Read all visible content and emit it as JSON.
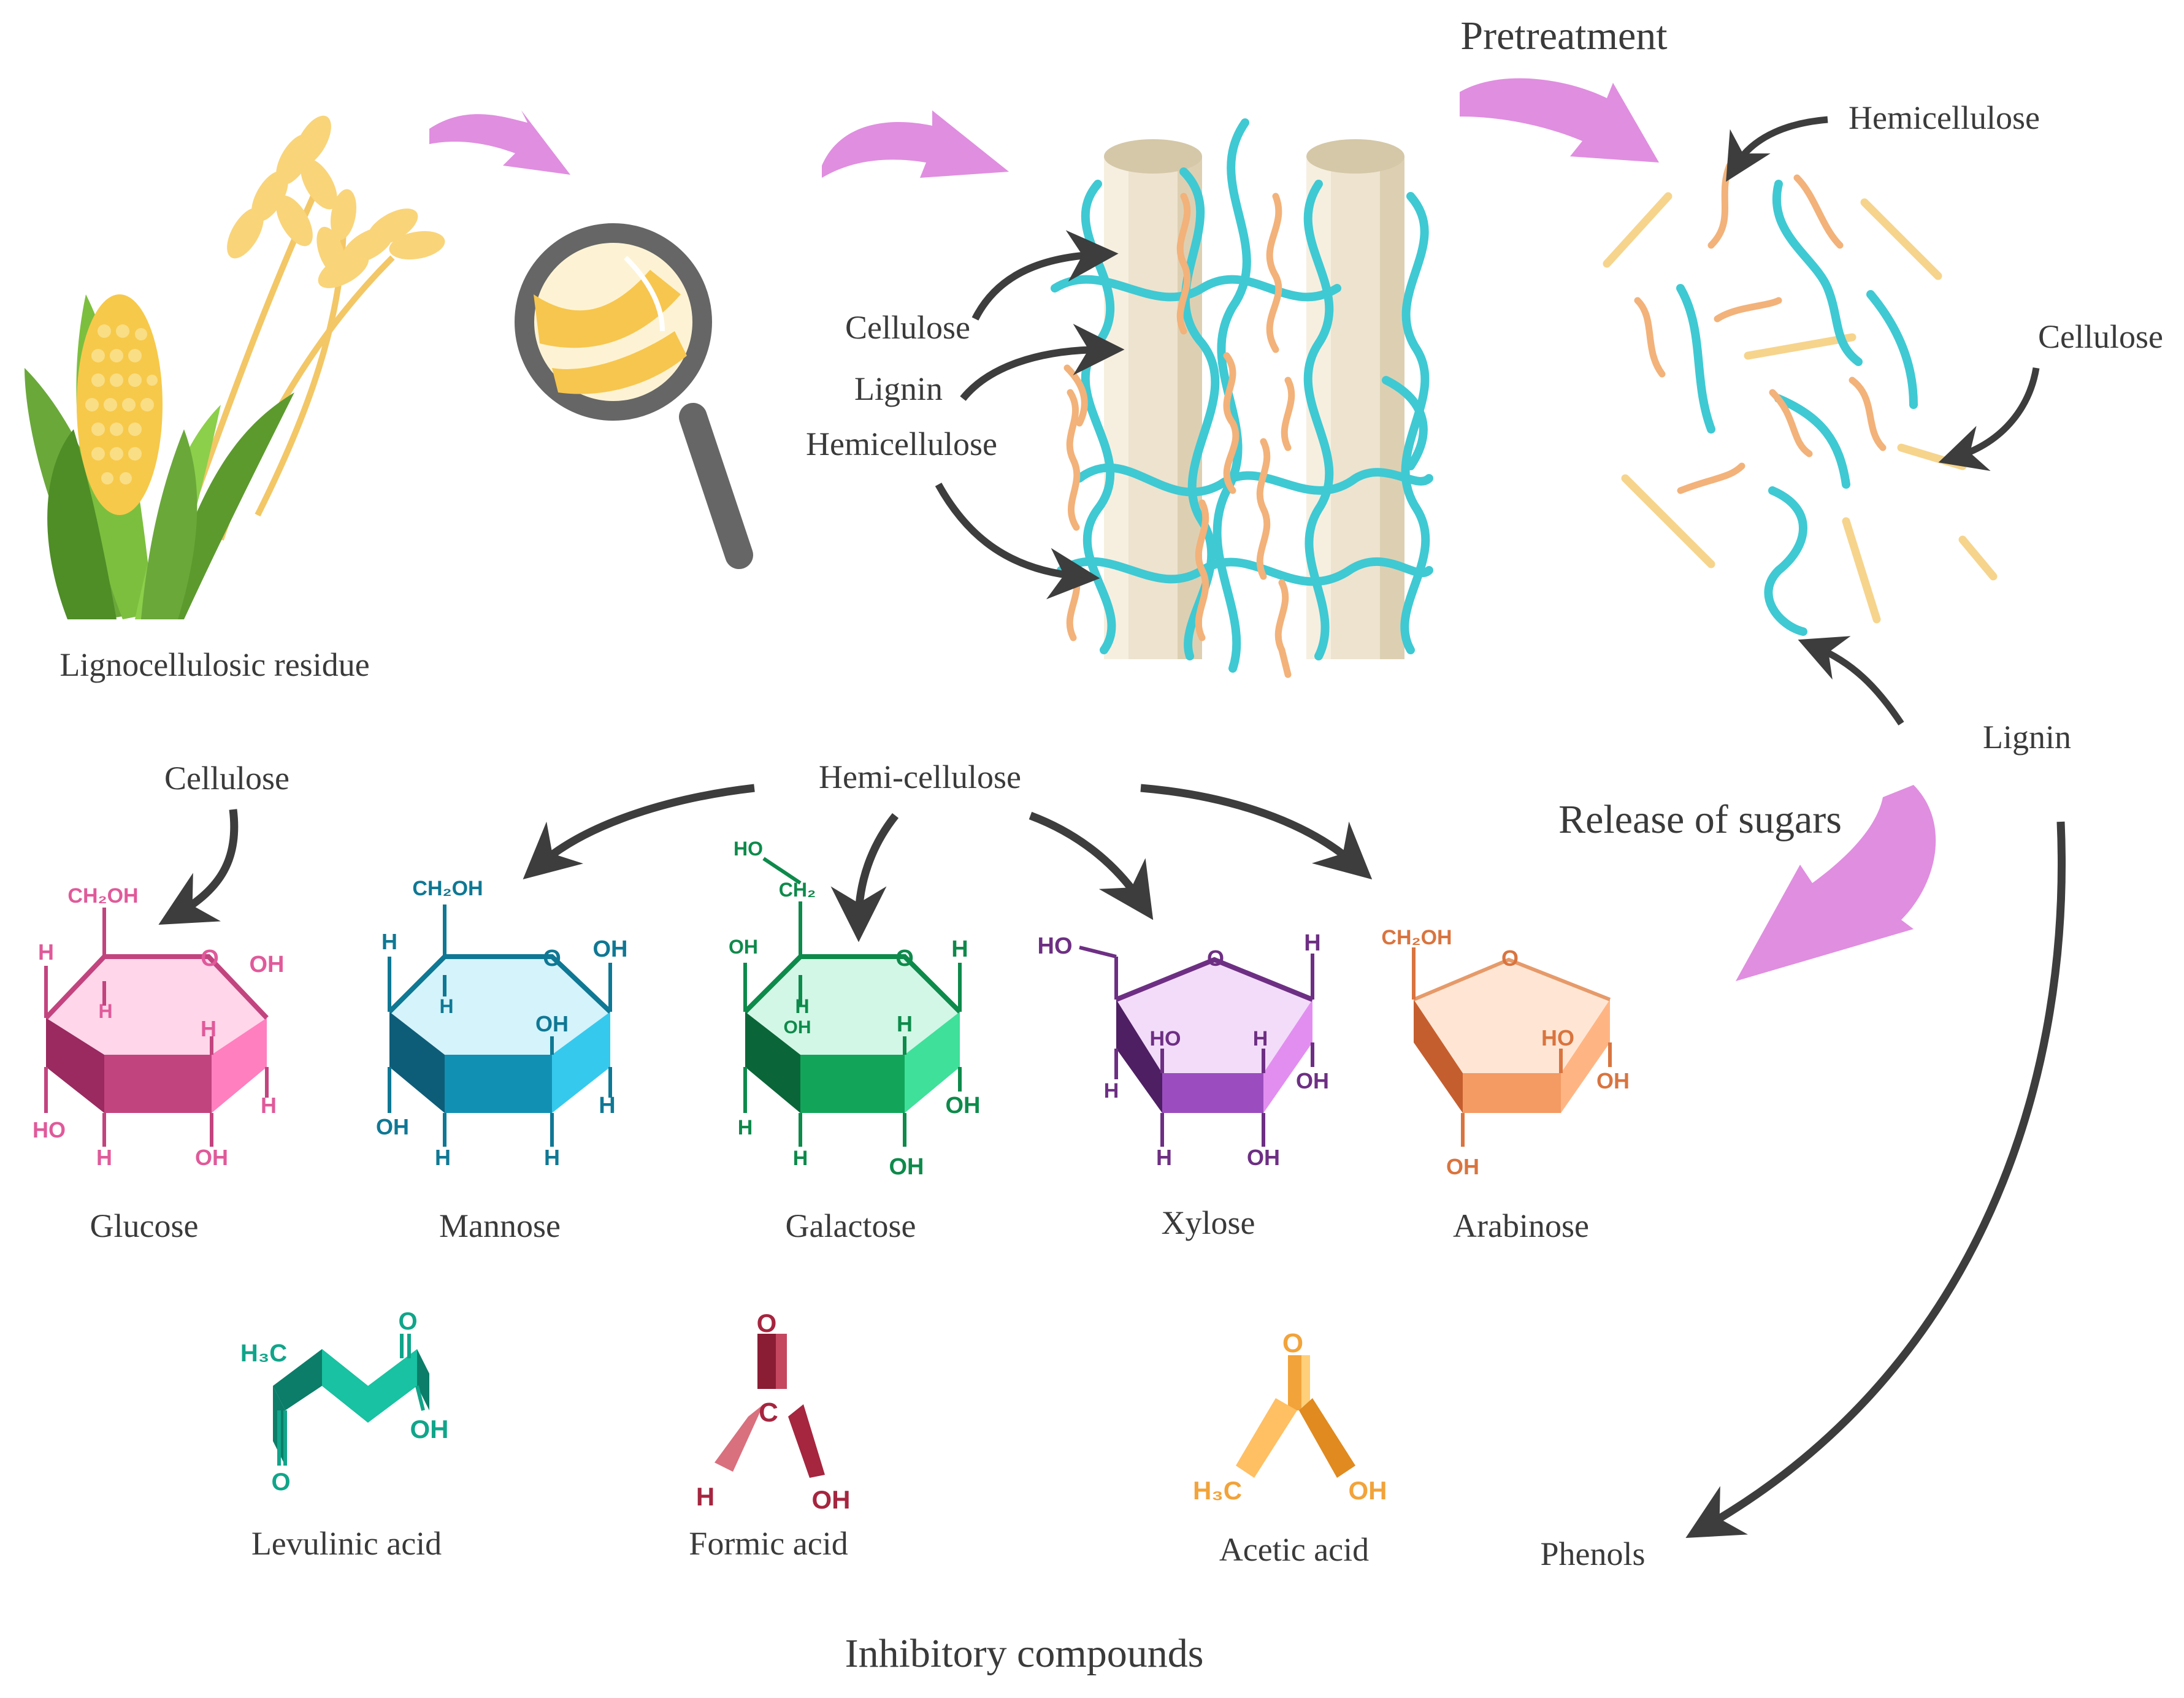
{
  "labels": {
    "lignocellulosic_residue": "Lignocellulosic residue",
    "pretreatment": "Pretreatment",
    "release_of_sugars": "Release of sugars",
    "inhibitory_compounds": "Inhibitory compounds",
    "hemi_cellulose": "Hemi-cellulose",
    "cellulose": "Cellulose",
    "lignin": "Lignin",
    "hemicellulose": "Hemicellulose",
    "phenols": "Phenols"
  },
  "fiber_labels": [
    "Cellulose",
    "Lignin",
    "Hemicellulose"
  ],
  "released_labels": {
    "hemicellulose": "Hemicellulose",
    "cellulose": "Cellulose",
    "lignin": "Lignin"
  },
  "sugars": [
    {
      "name": "Glucose",
      "color": "#c2447f",
      "light": "#ff7fbf",
      "atoms": {
        "top": "CH₂OH",
        "o": "O",
        "oh1": "OH",
        "h1": "H",
        "h2": "H",
        "h3": "H",
        "h4": "H",
        "ho": "HO",
        "h5": "H",
        "oh2": "OH"
      }
    },
    {
      "name": "Mannose",
      "color": "#0f7894",
      "light": "#36c9ee",
      "atoms": {
        "top": "CH₂OH",
        "o": "O",
        "oh1": "OH",
        "h1": "H",
        "h2": "H",
        "oh2": "OH",
        "h3": "H",
        "oh3": "OH",
        "h4": "H",
        "h5": "H"
      }
    },
    {
      "name": "Galactose",
      "color": "#0e8a4b",
      "light": "#3fe09a",
      "atoms": {
        "ho": "HO",
        "top": "CH₂",
        "o": "O",
        "oh1": "OH",
        "h1": "H",
        "h2": "H",
        "oh2": "OH",
        "h3": "H",
        "h4": "H",
        "h5": "H",
        "oh3": "OH",
        "oh4": "OH"
      }
    },
    {
      "name": "Xylose",
      "color": "#6d2f83",
      "light": "#e28ef0",
      "atoms": {
        "ho": "HO",
        "o": "O",
        "h1": "H",
        "ho2": "HO",
        "h2": "H",
        "oh1": "OH",
        "h3": "H",
        "h4": "H",
        "oh2": "OH"
      }
    },
    {
      "name": "Arabinose",
      "color": "#d9743f",
      "light": "#ffb583",
      "atoms": {
        "top": "CH₂OH",
        "o": "O",
        "ho": "HO",
        "oh1": "OH",
        "oh2": "OH"
      }
    }
  ],
  "inhibitors": [
    {
      "name": "Levulinic acid",
      "color": "#10a58a",
      "atoms": {
        "ch3": "H₃C",
        "o1": "O",
        "oh": "OH",
        "o2": "O"
      }
    },
    {
      "name": "Formic acid",
      "color": "#a6253f",
      "atoms": {
        "o": "O",
        "c": "C",
        "h": "H",
        "oh": "OH"
      }
    },
    {
      "name": "Acetic acid",
      "color": "#f2a33a",
      "atoms": {
        "o": "O",
        "ch3": "H₃C",
        "oh": "OH"
      }
    }
  ],
  "colors": {
    "arrow_pink": "#e08ee0",
    "arrow_dark": "#3d3d3d",
    "cellulose_cyan": "#3fc9d3",
    "hemicellulose_orange": "#f2b27a",
    "lignin_yellow": "#f6d48c",
    "fiber_beige": "#ece2cc"
  }
}
